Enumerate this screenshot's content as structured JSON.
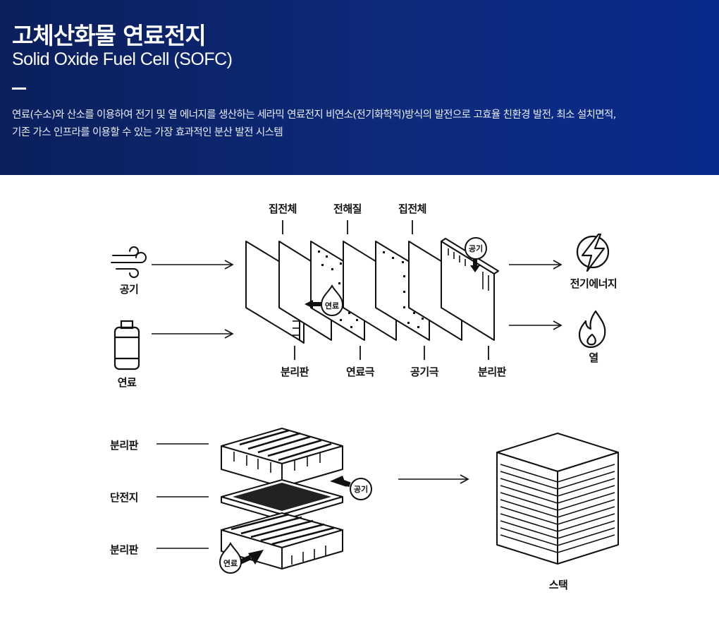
{
  "header": {
    "title_ko": "고체산화물 연료전지",
    "title_en": "Solid Oxide Fuel Cell (SOFC)",
    "desc_line1": "연료(수소)와 산소를 이용하여 전기 및 열 에너지를 생산하는 세라믹 연료전지 비연소(전기화학적)방식의 발전으로 고효율 친환경 발전, 최소 설치면적,",
    "desc_line2": "기존 가스 인프라를 이용할 수 있는 가장 효과적인 분산 발전 시스템"
  },
  "top_diagram": {
    "inputs": {
      "air": "공기",
      "fuel": "연료"
    },
    "top_labels": [
      "집전체",
      "전해질",
      "집전체"
    ],
    "bottom_labels": [
      "분리판",
      "연료극",
      "공기극",
      "분리판"
    ],
    "bubble_fuel": "연료",
    "bubble_air": "공기",
    "outputs": {
      "electric": "전기에너지",
      "heat": "열"
    }
  },
  "bottom_diagram": {
    "labels": [
      "분리판",
      "단전지",
      "분리판"
    ],
    "bubble_air": "공기",
    "bubble_fuel": "연료",
    "stack_label": "스택"
  },
  "colors": {
    "header_bg": "#0d2a7a",
    "ink": "#111111"
  }
}
